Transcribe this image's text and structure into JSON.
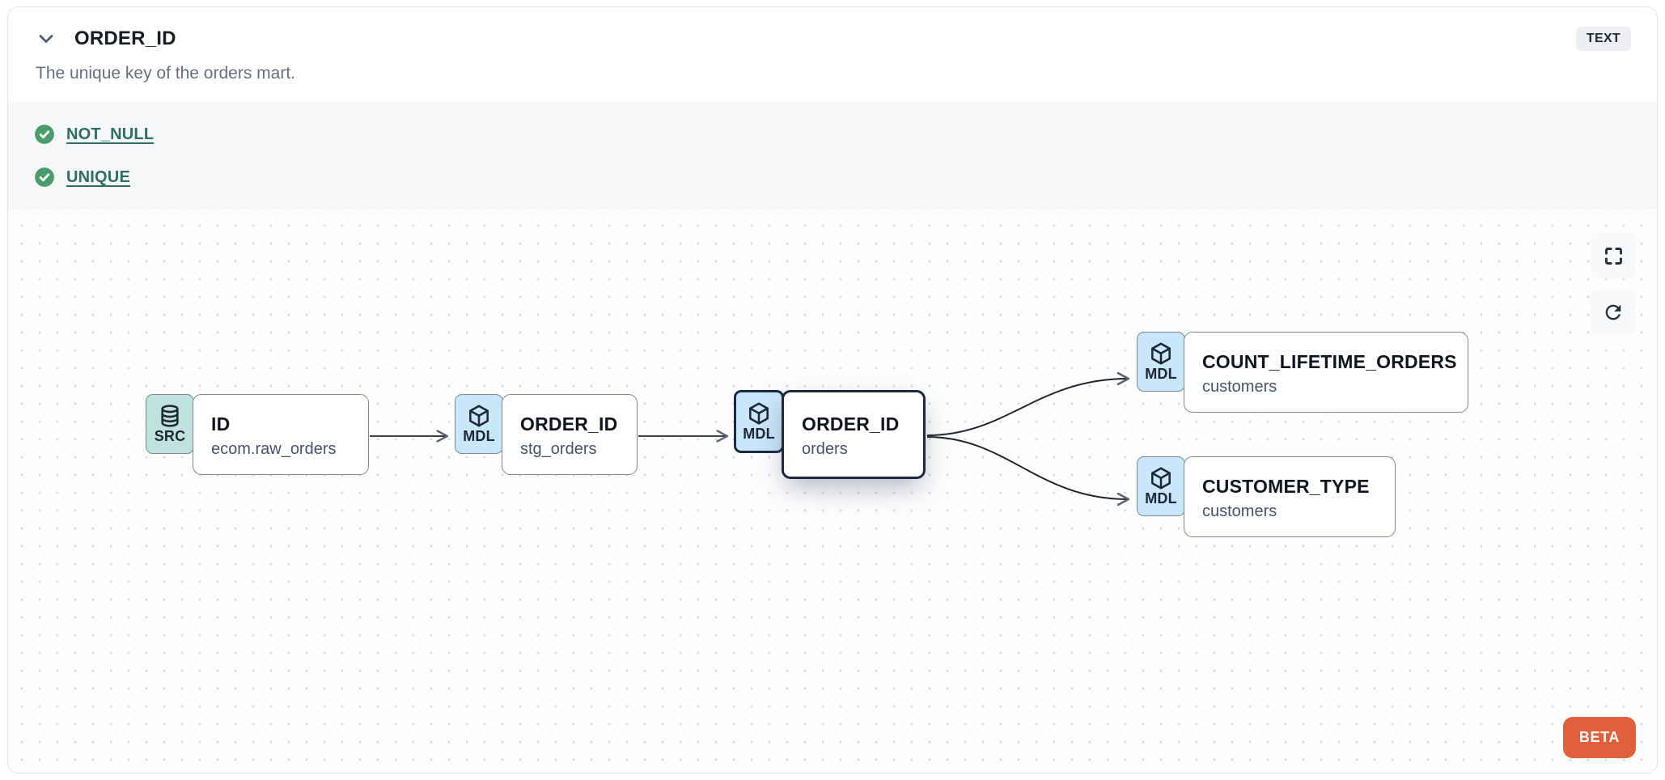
{
  "header": {
    "title": "ORDER_ID",
    "type_badge": "TEXT",
    "description": "The unique key of the orders mart."
  },
  "tests": [
    {
      "label": "NOT_NULL",
      "status": "pass"
    },
    {
      "label": "UNIQUE",
      "status": "pass"
    }
  ],
  "lineage": {
    "nodes": [
      {
        "id": "src-id",
        "badge": "SRC",
        "icon": "database-icon",
        "title": "ID",
        "subtitle": "ecom.raw_orders",
        "selected": false
      },
      {
        "id": "stg-order-id",
        "badge": "MDL",
        "icon": "cube-icon",
        "title": "ORDER_ID",
        "subtitle": "stg_orders",
        "selected": false
      },
      {
        "id": "orders-order-id",
        "badge": "MDL",
        "icon": "cube-icon",
        "title": "ORDER_ID",
        "subtitle": "orders",
        "selected": true
      },
      {
        "id": "count-lifetime-orders",
        "badge": "MDL",
        "icon": "cube-icon",
        "title": "COUNT_LIFETIME_ORDERS",
        "subtitle": "customers",
        "selected": false
      },
      {
        "id": "customer-type",
        "badge": "MDL",
        "icon": "cube-icon",
        "title": "CUSTOMER_TYPE",
        "subtitle": "customers",
        "selected": false
      }
    ],
    "edges": [
      {
        "from": "src-id",
        "to": "stg-order-id"
      },
      {
        "from": "stg-order-id",
        "to": "orders-order-id"
      },
      {
        "from": "orders-order-id",
        "to": "count-lifetime-orders"
      },
      {
        "from": "orders-order-id",
        "to": "customer-type"
      }
    ],
    "controls": [
      "fullscreen-icon",
      "refresh-icon"
    ],
    "beta_label": "BETA"
  },
  "colors": {
    "src_badge": "#c0e2de",
    "mdl_badge": "#c9e7fa",
    "pass_green": "#4a9d68",
    "link_teal": "#2e6f63",
    "beta_orange": "#e0603b",
    "selected_border": "#1c2940",
    "node_border": "#7e8796",
    "canvas_dot": "#d9dbde"
  },
  "icons": [
    "chevron-down-icon",
    "check-circle-icon",
    "database-icon",
    "cube-icon",
    "fullscreen-icon",
    "refresh-icon"
  ]
}
